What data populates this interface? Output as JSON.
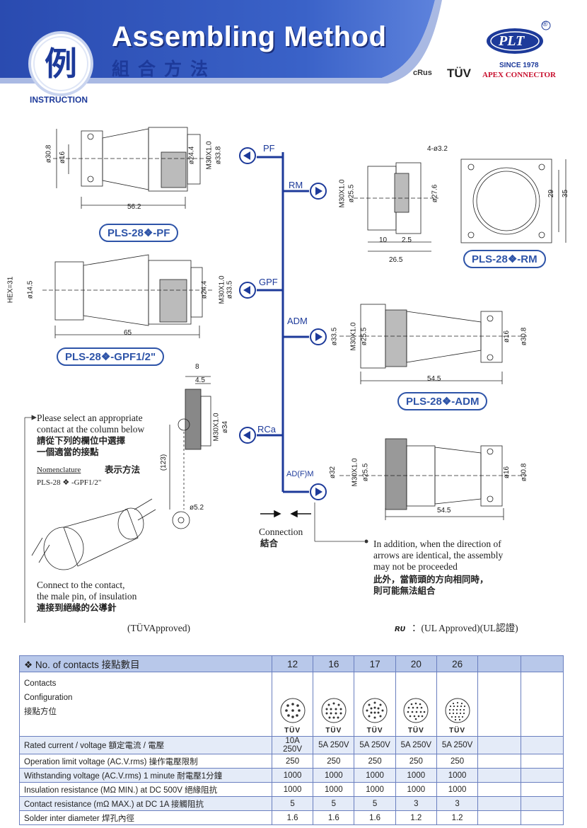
{
  "header": {
    "badge_char": "例",
    "title_en": "Assembling Method",
    "title_zh": "組合方法",
    "section": "INSTRUCTION",
    "brand_logo_text": "PLT",
    "brand_registered": "®",
    "since": "SINCE 1978",
    "brand_name": "APEX CONNECTOR",
    "cert_ul": "cRus",
    "cert_tuv": "TÜV"
  },
  "parts": {
    "pf_label": "PLS-28❖-PF",
    "gpf_label": "PLS-28❖-GPF1/2\"",
    "rm_label": "PLS-28❖-RM",
    "adm_label": "PLS-28❖-ADM"
  },
  "dims": {
    "pf": [
      "ø30.8",
      "ø16",
      "ø24.4",
      "M30X1.0",
      "ø33.8",
      "56.2"
    ],
    "gpf": [
      "HEX=31",
      "ø14.5",
      "ø24.4",
      "M30X1.0",
      "ø33.5",
      "65"
    ],
    "rca": [
      "8",
      "4.5",
      "M30X1.0",
      "ø34",
      "(123)",
      "ø5.2"
    ],
    "rm": [
      "M30X1.0",
      "ø25.5",
      "ø27.6",
      "10",
      "2.5",
      "26.5",
      "4-ø3.2",
      "29",
      "35"
    ],
    "adm": [
      "ø33.5",
      "M30X1.0",
      "ø25.5",
      "ø16",
      "ø30.8",
      "54.5"
    ],
    "adfm": [
      "ø32",
      "M30X1.0",
      "ø25.5",
      "ø16",
      "ø30.8",
      "54.5"
    ]
  },
  "connections": [
    "PF",
    "RM",
    "GPF",
    "ADM",
    "RCa",
    "AD(F)M"
  ],
  "connection_legend": {
    "en": "Connection",
    "zh": "結合"
  },
  "notes": {
    "select_en_1": "Please select an appropriate",
    "select_en_2": "contact at the column below",
    "select_zh_1": "請從下列的欄位中選擇",
    "select_zh_2": "一個適當的接點",
    "nomenclature": "Nomenclature",
    "nomenclature_zh": "表示方法",
    "nomenclature_example": "PLS-28 ❖ -GPF1/2\"",
    "connect_en_1": "Connect to the contact,",
    "connect_en_2": "the male pin, of insulation",
    "connect_zh": "連接到絕緣的公導針",
    "direction_en_1": "In addition, when the direction of",
    "direction_en_2": "arrows are identical, the assembly",
    "direction_en_3": "may not be proceeded",
    "direction_zh_1": "此外，當箭頭的方向相同時，",
    "direction_zh_2": "則可能無法組合",
    "tuv_approved": "(TÜVApproved)",
    "ul_approved": "：(UL Approved)(UL認證)"
  },
  "table": {
    "header_label": "❖ No. of contacts 接點數目",
    "contacts": [
      "12",
      "16",
      "17",
      "20",
      "26"
    ],
    "config_label_1": "Contacts",
    "config_label_2": "Configuration",
    "config_label_3": "接點方位",
    "marks": "TÜV",
    "rows": [
      {
        "label": "Rated current / voltage 額定電流 / 電壓",
        "values": [
          "10A 250V",
          "5A 250V",
          "5A 250V",
          "5A 250V",
          "5A 250V"
        ]
      },
      {
        "label": "Operation limit voltage (AC.V.rms) 操作電壓限制",
        "values": [
          "250",
          "250",
          "250",
          "250",
          "250"
        ]
      },
      {
        "label": "Withstanding voltage (AC.V.rms) 1 minute 耐電壓1分鐘",
        "values": [
          "1000",
          "1000",
          "1000",
          "1000",
          "1000"
        ]
      },
      {
        "label": "Insulation resistance (MΩ MIN.) at DC 500V 絕緣阻抗",
        "values": [
          "1000",
          "1000",
          "1000",
          "1000",
          "1000"
        ]
      },
      {
        "label": "Contact resistance (mΩ MAX.) at DC 1A 接觸阻抗",
        "values": [
          "5",
          "5",
          "5",
          "3",
          "3"
        ]
      },
      {
        "label": "Solder inter diameter 焊孔內徑",
        "values": [
          "1.6",
          "1.6",
          "1.6",
          "1.2",
          "1.2"
        ]
      }
    ]
  },
  "colors": {
    "accent": "#1d3a9a",
    "header_band": "#3355b5",
    "table_head": "#b8c8ea",
    "brand_red": "#c8102e"
  }
}
